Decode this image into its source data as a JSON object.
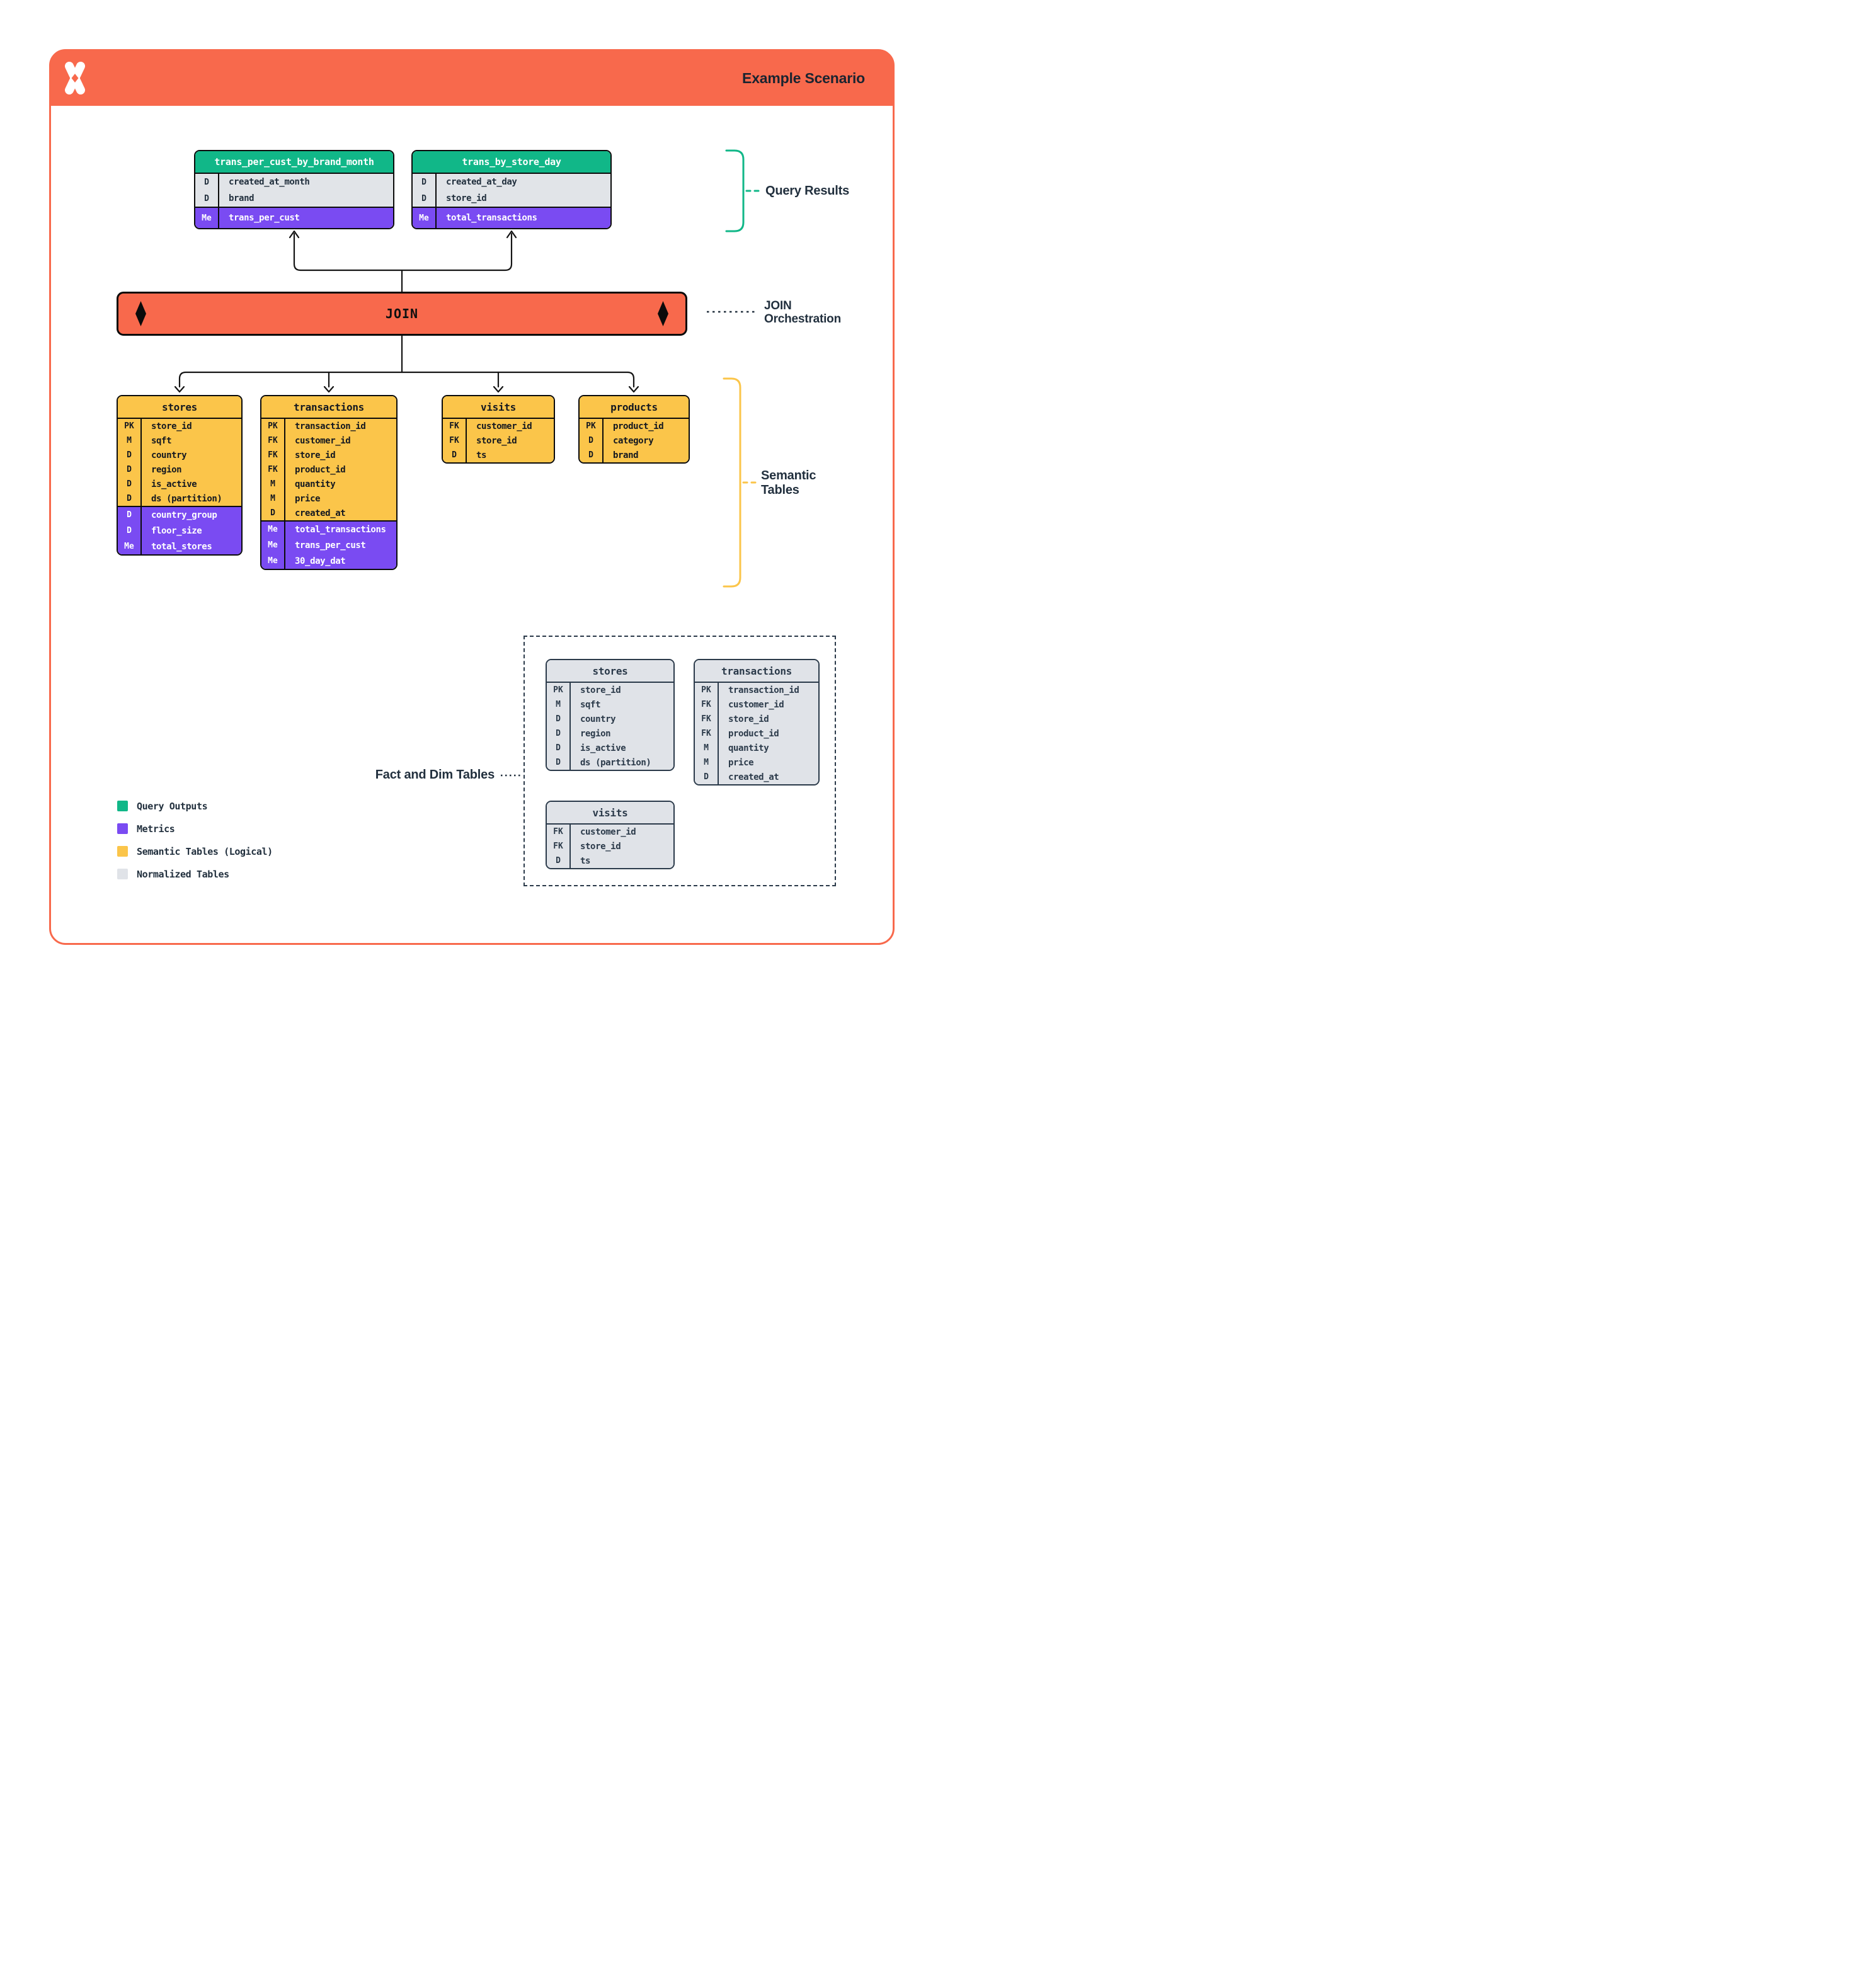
{
  "palette": {
    "orange": "#F8694C",
    "green": "#11B788",
    "purple": "#7A4BF2",
    "yellow": "#FBC54A",
    "normalized_gray": "#E0E3E8",
    "navy_text": "#22303E",
    "black_border": "#0B0B0B"
  },
  "header": {
    "title": "Example Scenario",
    "logo": "x-star-logo"
  },
  "join_bar": {
    "label": "JOIN"
  },
  "annotations": {
    "query_results": "Query Results",
    "join_orchestration": [
      "JOIN",
      "Orchestration"
    ],
    "semantic_tables": [
      "Semantic",
      "Tables"
    ],
    "fact_and_dim": "Fact and Dim Tables"
  },
  "query_results_tables": [
    {
      "name": "trans_per_cust_by_brand_month",
      "dims": [
        [
          "D",
          "created_at_month"
        ],
        [
          "D",
          "brand"
        ]
      ],
      "metrics": [
        [
          "Me",
          "trans_per_cust"
        ]
      ]
    },
    {
      "name": "trans_by_store_day",
      "dims": [
        [
          "D",
          "created_at_day"
        ],
        [
          "D",
          "store_id"
        ]
      ],
      "metrics": [
        [
          "Me",
          "total_transactions"
        ]
      ]
    }
  ],
  "semantic_tables": [
    {
      "name": "stores",
      "fields": [
        [
          "PK",
          "store_id"
        ],
        [
          "M",
          "sqft"
        ],
        [
          "D",
          "country"
        ],
        [
          "D",
          "region"
        ],
        [
          "D",
          "is_active"
        ],
        [
          "D",
          "ds (partition)"
        ]
      ],
      "metrics": [
        [
          "D",
          "country_group"
        ],
        [
          "D",
          "floor_size"
        ],
        [
          "Me",
          "total_stores"
        ]
      ]
    },
    {
      "name": "transactions",
      "fields": [
        [
          "PK",
          "transaction_id"
        ],
        [
          "FK",
          "customer_id"
        ],
        [
          "FK",
          "store_id"
        ],
        [
          "FK",
          "product_id"
        ],
        [
          "M",
          "quantity"
        ],
        [
          "M",
          "price"
        ],
        [
          "D",
          "created_at"
        ]
      ],
      "metrics": [
        [
          "Me",
          "total_transactions"
        ],
        [
          "Me",
          "trans_per_cust"
        ],
        [
          "Me",
          "30_day_dat"
        ]
      ]
    },
    {
      "name": "visits",
      "fields": [
        [
          "FK",
          "customer_id"
        ],
        [
          "FK",
          "store_id"
        ],
        [
          "D",
          "ts"
        ]
      ],
      "metrics": []
    },
    {
      "name": "products",
      "fields": [
        [
          "PK",
          "product_id"
        ],
        [
          "D",
          "category"
        ],
        [
          "D",
          "brand"
        ]
      ],
      "metrics": []
    }
  ],
  "normalized_tables": [
    {
      "name": "stores",
      "fields": [
        [
          "PK",
          "store_id"
        ],
        [
          "M",
          "sqft"
        ],
        [
          "D",
          "country"
        ],
        [
          "D",
          "region"
        ],
        [
          "D",
          "is_active"
        ],
        [
          "D",
          "ds (partition)"
        ]
      ]
    },
    {
      "name": "transactions",
      "fields": [
        [
          "PK",
          "transaction_id"
        ],
        [
          "FK",
          "customer_id"
        ],
        [
          "FK",
          "store_id"
        ],
        [
          "FK",
          "product_id"
        ],
        [
          "M",
          "quantity"
        ],
        [
          "M",
          "price"
        ],
        [
          "D",
          "created_at"
        ]
      ]
    },
    {
      "name": "visits",
      "fields": [
        [
          "FK",
          "customer_id"
        ],
        [
          "FK",
          "store_id"
        ],
        [
          "D",
          "ts"
        ]
      ]
    }
  ],
  "legend": [
    {
      "label": "Query Outputs",
      "color": "#11B788"
    },
    {
      "label": "Metrics",
      "color": "#7A4BF2"
    },
    {
      "label": "Semantic Tables (Logical)",
      "color": "#FBC54A"
    },
    {
      "label": "Normalized Tables",
      "color": "#E0E3E8"
    }
  ]
}
